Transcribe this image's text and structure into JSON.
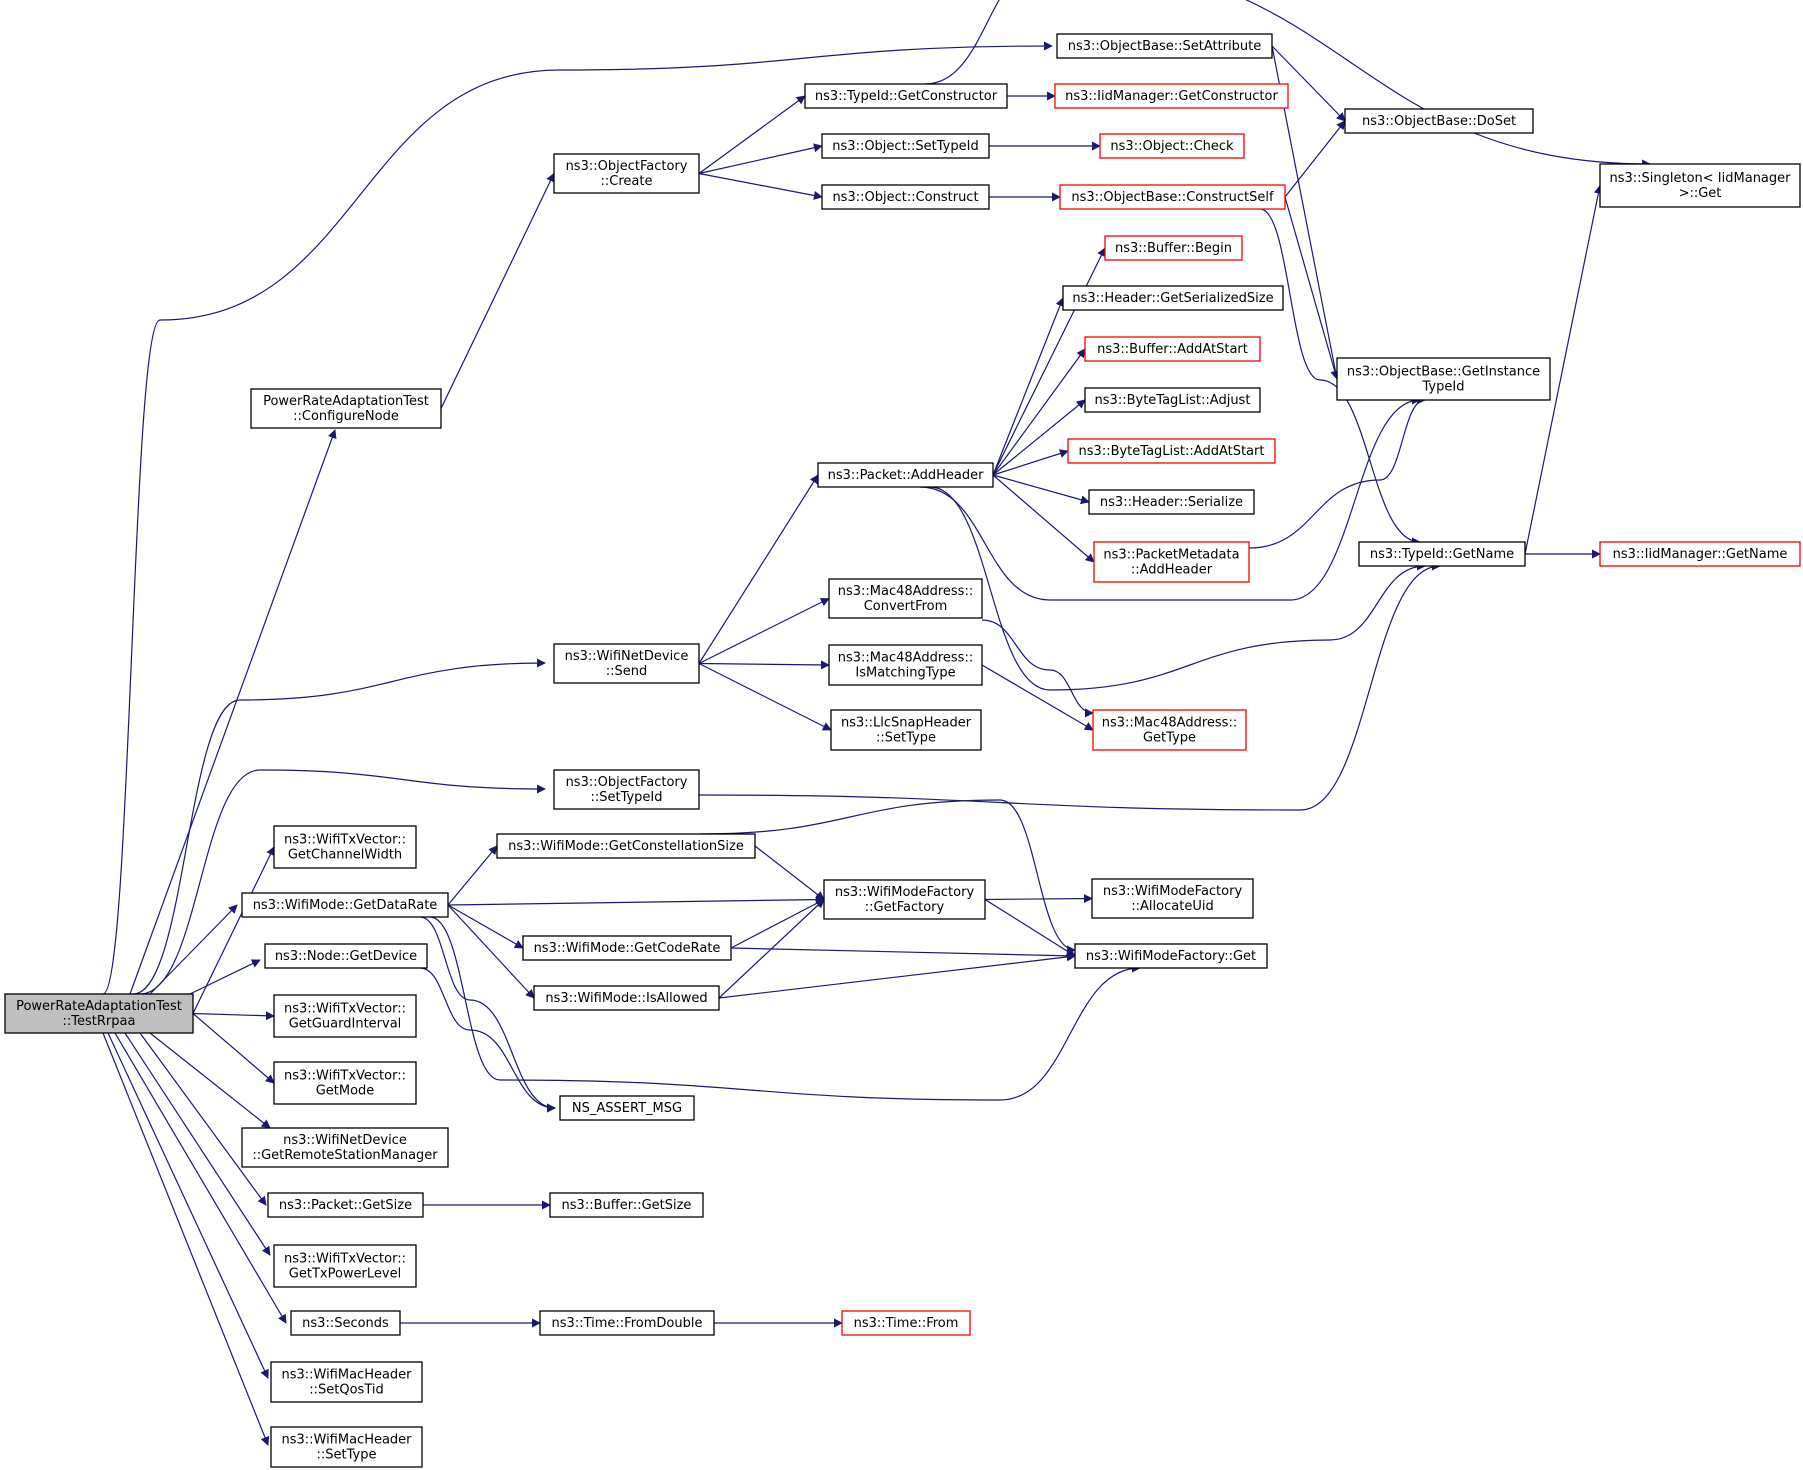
{
  "colors": {
    "edge": "#191970",
    "node_border": "#000000",
    "truncated_border": "#ff0000",
    "root_fill": "#bfbfbf",
    "background": "#ffffff"
  },
  "nodes": [
    {
      "id": "root",
      "lines": [
        "PowerRateAdaptationTest",
        "::TestRrpaa"
      ],
      "root": true
    },
    {
      "id": "setattr",
      "lines": [
        "ns3::ObjectBase::SetAttribute"
      ]
    },
    {
      "id": "getconstructor",
      "lines": [
        "ns3::TypeId::GetConstructor"
      ]
    },
    {
      "id": "iid_getconstructor",
      "lines": [
        "ns3::IidManager::GetConstructor"
      ],
      "truncated": true
    },
    {
      "id": "doset",
      "lines": [
        "ns3::ObjectBase::DoSet"
      ]
    },
    {
      "id": "singleton",
      "lines": [
        "ns3::Singleton< IidManager",
        ">::Get"
      ]
    },
    {
      "id": "of_create",
      "lines": [
        "ns3::ObjectFactory",
        "::Create"
      ]
    },
    {
      "id": "settypeid",
      "lines": [
        "ns3::Object::SetTypeId"
      ]
    },
    {
      "id": "check",
      "lines": [
        "ns3::Object::Check"
      ],
      "truncated": true
    },
    {
      "id": "construct",
      "lines": [
        "ns3::Object::Construct"
      ]
    },
    {
      "id": "constructself",
      "lines": [
        "ns3::ObjectBase::ConstructSelf"
      ],
      "truncated": true
    },
    {
      "id": "buf_begin",
      "lines": [
        "ns3::Buffer::Begin"
      ],
      "truncated": true
    },
    {
      "id": "hdr_getsize",
      "lines": [
        "ns3::Header::GetSerializedSize"
      ]
    },
    {
      "id": "buf_addatstart",
      "lines": [
        "ns3::Buffer::AddAtStart"
      ],
      "truncated": true
    },
    {
      "id": "btl_adjust",
      "lines": [
        "ns3::ByteTagList::Adjust"
      ]
    },
    {
      "id": "btl_addatstart",
      "lines": [
        "ns3::ByteTagList::AddAtStart"
      ],
      "truncated": true
    },
    {
      "id": "hdr_serialize",
      "lines": [
        "ns3::Header::Serialize"
      ]
    },
    {
      "id": "pm_addheader",
      "lines": [
        "ns3::PacketMetadata",
        "::AddHeader"
      ],
      "truncated": true
    },
    {
      "id": "configurenode",
      "lines": [
        "PowerRateAdaptationTest",
        "::ConfigureNode"
      ]
    },
    {
      "id": "getinstancetypeid",
      "lines": [
        "ns3::ObjectBase::GetInstance",
        "TypeId"
      ]
    },
    {
      "id": "pkt_addheader",
      "lines": [
        "ns3::Packet::AddHeader"
      ]
    },
    {
      "id": "typeid_getname",
      "lines": [
        "ns3::TypeId::GetName"
      ]
    },
    {
      "id": "iid_getname",
      "lines": [
        "ns3::IidManager::GetName"
      ],
      "truncated": true
    },
    {
      "id": "mac_convertfrom",
      "lines": [
        "ns3::Mac48Address::",
        "ConvertFrom"
      ]
    },
    {
      "id": "wnd_send",
      "lines": [
        "ns3::WifiNetDevice",
        "::Send"
      ]
    },
    {
      "id": "mac_ismatching",
      "lines": [
        "ns3::Mac48Address::",
        "IsMatchingType"
      ]
    },
    {
      "id": "llc_settype",
      "lines": [
        "ns3::LlcSnapHeader",
        "::SetType"
      ]
    },
    {
      "id": "mac_gettype",
      "lines": [
        "ns3::Mac48Address::",
        "GetType"
      ],
      "truncated": true
    },
    {
      "id": "of_settypeid",
      "lines": [
        "ns3::ObjectFactory",
        "::SetTypeId"
      ]
    },
    {
      "id": "txv_channelwidth",
      "lines": [
        "ns3::WifiTxVector::",
        "GetChannelWidth"
      ]
    },
    {
      "id": "wm_constsize",
      "lines": [
        "ns3::WifiMode::GetConstellationSize"
      ]
    },
    {
      "id": "wm_getdatarate",
      "lines": [
        "ns3::WifiMode::GetDataRate"
      ]
    },
    {
      "id": "wmf_getfactory",
      "lines": [
        "ns3::WifiModeFactory",
        "::GetFactory"
      ]
    },
    {
      "id": "wmf_allocateuid",
      "lines": [
        "ns3::WifiModeFactory",
        "::AllocateUid"
      ]
    },
    {
      "id": "wm_getcoderate",
      "lines": [
        "ns3::WifiMode::GetCodeRate"
      ]
    },
    {
      "id": "node_getdevice",
      "lines": [
        "ns3::Node::GetDevice"
      ]
    },
    {
      "id": "wmf_get",
      "lines": [
        "ns3::WifiModeFactory::Get"
      ]
    },
    {
      "id": "wm_isallowed",
      "lines": [
        "ns3::WifiMode::IsAllowed"
      ]
    },
    {
      "id": "txv_guardinterval",
      "lines": [
        "ns3::WifiTxVector::",
        "GetGuardInterval"
      ]
    },
    {
      "id": "txv_getmode",
      "lines": [
        "ns3::WifiTxVector::",
        "GetMode"
      ]
    },
    {
      "id": "ns_assert_msg",
      "lines": [
        "NS_ASSERT_MSG"
      ]
    },
    {
      "id": "wnd_getrsm",
      "lines": [
        "ns3::WifiNetDevice",
        "::GetRemoteStationManager"
      ]
    },
    {
      "id": "pkt_getsize",
      "lines": [
        "ns3::Packet::GetSize"
      ]
    },
    {
      "id": "buf_getsize",
      "lines": [
        "ns3::Buffer::GetSize"
      ]
    },
    {
      "id": "txv_txpower",
      "lines": [
        "ns3::WifiTxVector::",
        "GetTxPowerLevel"
      ]
    },
    {
      "id": "seconds",
      "lines": [
        "ns3::Seconds"
      ]
    },
    {
      "id": "time_fromdouble",
      "lines": [
        "ns3::Time::FromDouble"
      ]
    },
    {
      "id": "time_from",
      "lines": [
        "ns3::Time::From"
      ],
      "truncated": true
    },
    {
      "id": "wmh_setqostid",
      "lines": [
        "ns3::WifiMacHeader",
        "::SetQosTid"
      ]
    },
    {
      "id": "wmh_settype",
      "lines": [
        "ns3::WifiMacHeader",
        "::SetType"
      ]
    }
  ],
  "edges": [
    [
      "root",
      "setattr"
    ],
    [
      "root",
      "configurenode"
    ],
    [
      "root",
      "wnd_send"
    ],
    [
      "root",
      "of_settypeid"
    ],
    [
      "root",
      "txv_channelwidth"
    ],
    [
      "root",
      "wm_getdatarate"
    ],
    [
      "root",
      "node_getdevice"
    ],
    [
      "root",
      "txv_guardinterval"
    ],
    [
      "root",
      "txv_getmode"
    ],
    [
      "root",
      "wnd_getrsm"
    ],
    [
      "root",
      "pkt_getsize"
    ],
    [
      "root",
      "txv_txpower"
    ],
    [
      "root",
      "seconds"
    ],
    [
      "root",
      "wmh_setqostid"
    ],
    [
      "root",
      "wmh_settype"
    ],
    [
      "setattr",
      "doset"
    ],
    [
      "setattr",
      "getinstancetypeid"
    ],
    [
      "getconstructor",
      "iid_getconstructor"
    ],
    [
      "getconstructor",
      "singleton"
    ],
    [
      "of_create",
      "getconstructor"
    ],
    [
      "of_create",
      "settypeid"
    ],
    [
      "of_create",
      "construct"
    ],
    [
      "settypeid",
      "check"
    ],
    [
      "construct",
      "constructself"
    ],
    [
      "constructself",
      "doset"
    ],
    [
      "constructself",
      "getinstancetypeid"
    ],
    [
      "constructself",
      "typeid_getname"
    ],
    [
      "configurenode",
      "of_create"
    ],
    [
      "pkt_addheader",
      "buf_begin"
    ],
    [
      "pkt_addheader",
      "hdr_getsize"
    ],
    [
      "pkt_addheader",
      "buf_addatstart"
    ],
    [
      "pkt_addheader",
      "btl_adjust"
    ],
    [
      "pkt_addheader",
      "btl_addatstart"
    ],
    [
      "pkt_addheader",
      "hdr_serialize"
    ],
    [
      "pkt_addheader",
      "pm_addheader"
    ],
    [
      "pkt_addheader",
      "getinstancetypeid"
    ],
    [
      "pkt_addheader",
      "typeid_getname"
    ],
    [
      "pm_addheader",
      "getinstancetypeid"
    ],
    [
      "typeid_getname",
      "singleton"
    ],
    [
      "typeid_getname",
      "iid_getname"
    ],
    [
      "wnd_send",
      "pkt_addheader"
    ],
    [
      "wnd_send",
      "mac_convertfrom"
    ],
    [
      "wnd_send",
      "mac_ismatching"
    ],
    [
      "wnd_send",
      "llc_settype"
    ],
    [
      "mac_convertfrom",
      "mac_gettype"
    ],
    [
      "mac_ismatching",
      "mac_gettype"
    ],
    [
      "of_settypeid",
      "typeid_getname"
    ],
    [
      "wm_getdatarate",
      "wm_constsize"
    ],
    [
      "wm_getdatarate",
      "wmf_getfactory"
    ],
    [
      "wm_getdatarate",
      "wm_getcoderate"
    ],
    [
      "wm_getdatarate",
      "wm_isallowed"
    ],
    [
      "wm_getdatarate",
      "ns_assert_msg"
    ],
    [
      "wm_getdatarate",
      "wmf_get"
    ],
    [
      "wm_constsize",
      "wmf_getfactory"
    ],
    [
      "wm_constsize",
      "wmf_get"
    ],
    [
      "wm_getcoderate",
      "wmf_getfactory"
    ],
    [
      "wm_getcoderate",
      "wmf_get"
    ],
    [
      "wm_isallowed",
      "wmf_getfactory"
    ],
    [
      "wm_isallowed",
      "wmf_get"
    ],
    [
      "wmf_getfactory",
      "wmf_allocateuid"
    ],
    [
      "wmf_getfactory",
      "wmf_get"
    ],
    [
      "node_getdevice",
      "ns_assert_msg"
    ],
    [
      "pkt_getsize",
      "buf_getsize"
    ],
    [
      "seconds",
      "time_fromdouble"
    ],
    [
      "time_fromdouble",
      "time_from"
    ]
  ]
}
